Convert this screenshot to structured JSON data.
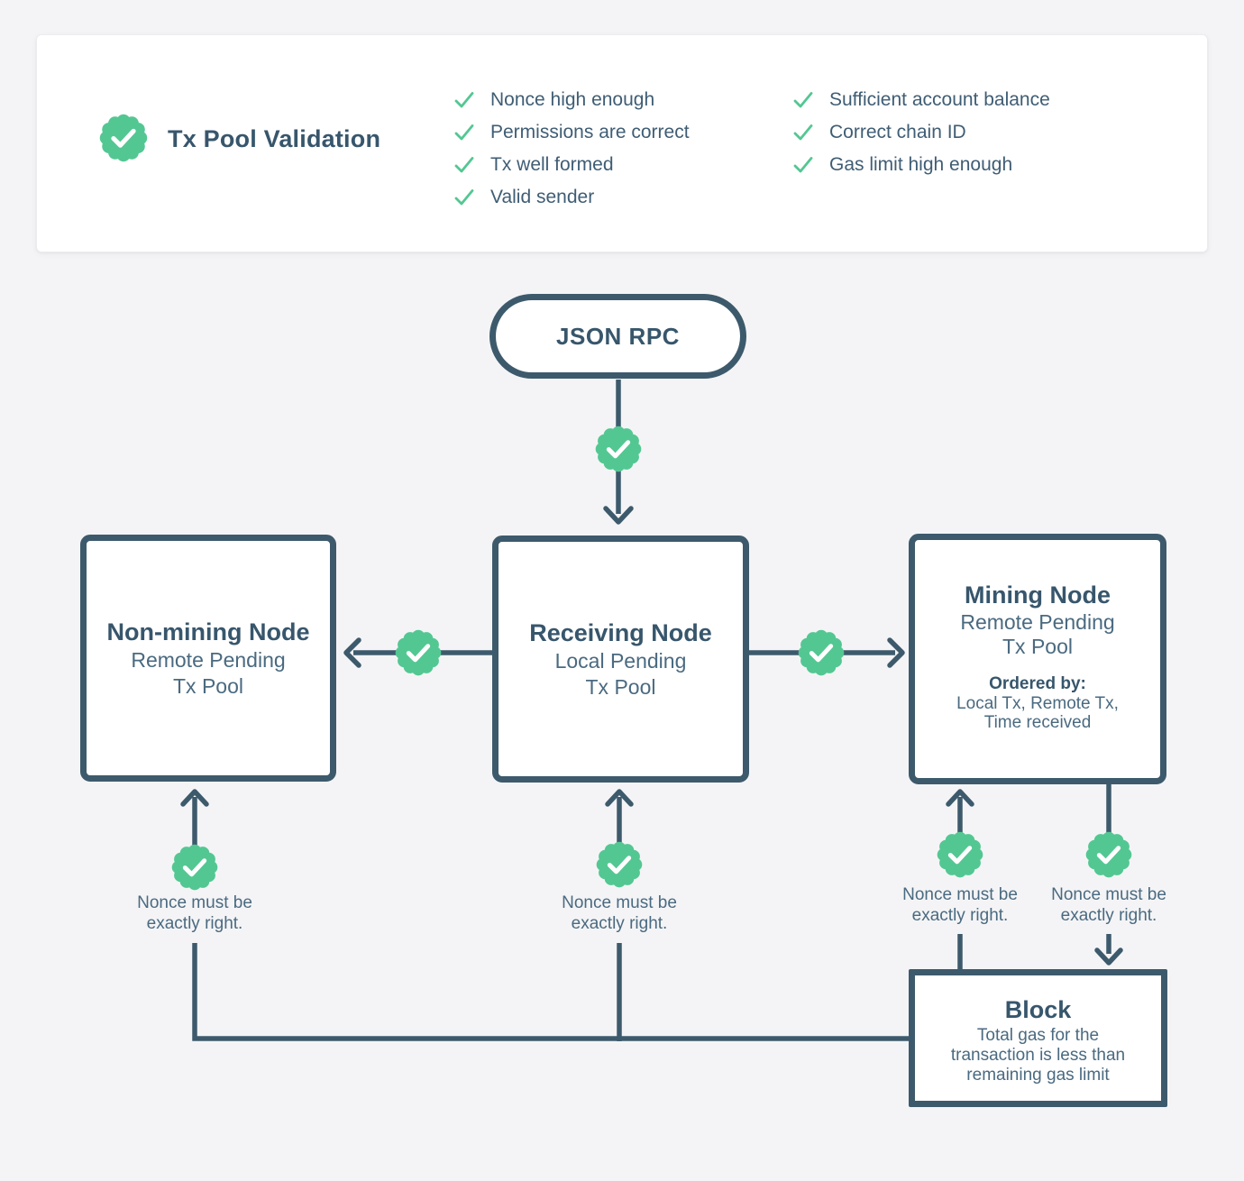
{
  "legend": {
    "title": "Tx Pool Validation",
    "checks_col1": [
      "Nonce high enough",
      "Permissions are correct",
      "Tx well formed",
      "Valid sender"
    ],
    "checks_col2": [
      "Sufficient account balance",
      "Correct chain ID",
      "Gas limit high enough"
    ]
  },
  "flow": {
    "json_rpc_label": "JSON RPC",
    "non_mining_node": {
      "title": "Non-mining Node",
      "subtitle_line1": "Remote Pending",
      "subtitle_line2": "Tx Pool"
    },
    "receiving_node": {
      "title": "Receiving Node",
      "subtitle_line1": "Local Pending",
      "subtitle_line2": "Tx Pool"
    },
    "mining_node": {
      "title": "Mining Node",
      "subtitle_line1": "Remote Pending",
      "subtitle_line2": "Tx Pool",
      "ordered_by_label": "Ordered by:",
      "ordered_by_line1": "Local Tx, Remote Tx,",
      "ordered_by_line2": "Time received"
    },
    "block": {
      "title": "Block",
      "body_line1": "Total gas for the",
      "body_line2": "transaction is less than",
      "body_line3": "remaining gas limit"
    },
    "nonce_note": {
      "line1": "Nonce must be",
      "line2": "exactly right."
    }
  },
  "colors": {
    "accent_green": "#53C792",
    "slate": "#3D5A6C",
    "title_text": "#37566C",
    "body_text": "#4A6A80",
    "background": "#F4F4F6",
    "card_background": "#FFFFFF"
  }
}
